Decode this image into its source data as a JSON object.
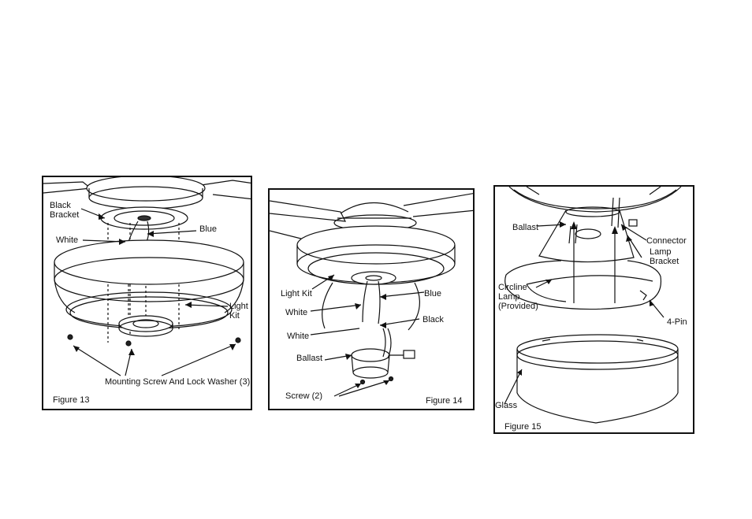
{
  "figures": [
    {
      "caption": "Figure 13",
      "labels": {
        "black_bracket_1": "Black",
        "black_bracket_2": "Bracket",
        "white": "White",
        "blue": "Blue",
        "light_kit_1": "Light",
        "light_kit_2": "Kit",
        "mounting": "Mounting Screw And Lock Washer (3)"
      }
    },
    {
      "caption": "Figure 14",
      "labels": {
        "light_kit": "Light Kit",
        "blue": "Blue",
        "white_1": "White",
        "black": "Black",
        "white_2": "White",
        "ballast": "Ballast",
        "screw": "Screw (2)"
      }
    },
    {
      "caption": "Figure 15",
      "labels": {
        "ballast": "Ballast",
        "connector": "Connector",
        "lamp_bracket_1": "Lamp",
        "lamp_bracket_2": "Bracket",
        "circline_1": "Circline",
        "circline_2": "Lamp",
        "circline_3": "(Provided)",
        "four_pin": "4-Pin",
        "glass": "Glass"
      }
    }
  ]
}
